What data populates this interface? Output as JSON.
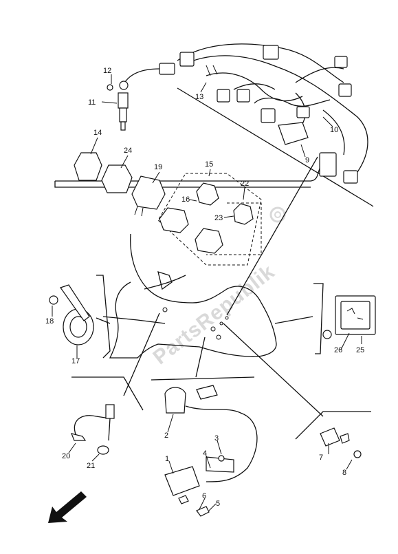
{
  "diagram": {
    "watermark": "PartsRepublik",
    "callouts": [
      "1",
      "2",
      "3",
      "4",
      "5",
      "6",
      "7",
      "8",
      "9",
      "10",
      "11",
      "12",
      "13",
      "14",
      "15",
      "16",
      "17",
      "18",
      "19",
      "20",
      "21",
      "22",
      "23",
      "24",
      "25",
      "26"
    ]
  }
}
